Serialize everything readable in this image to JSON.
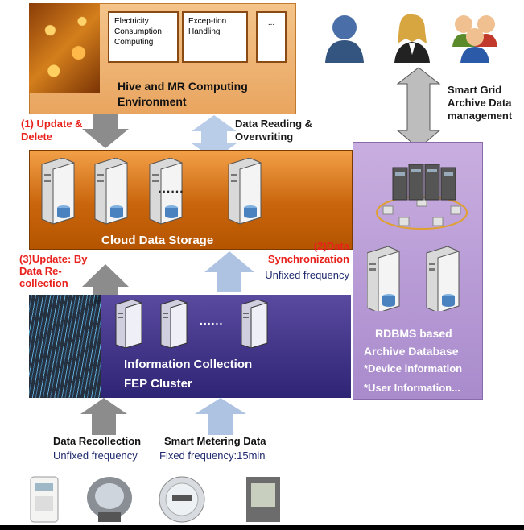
{
  "hive": {
    "tasks": [
      "Electricity Consumption Computing",
      "Excep-tion Handling",
      "..."
    ],
    "title": "Hive and MR Computing Environment"
  },
  "cloud": {
    "title": "Cloud  Data Storage"
  },
  "fep": {
    "title_line1": "Information Collection",
    "title_line2": "FEP Cluster"
  },
  "rdbms": {
    "title_line1": "RDBMS based",
    "title_line2": "Archive Database",
    "item1": "*Device information",
    "item2": "*User Information..."
  },
  "labels": {
    "update_delete": "(1) Update & Delete",
    "reading": "Data Reading & Overwriting",
    "smart_grid": "Smart Grid Archive Data management",
    "update3": "(3)Update: By Data Re-collection",
    "sync": "(2)Data Synchronization",
    "sync_freq": "Unfixed frequency",
    "recollection": "Data Recollection",
    "recollection_freq": "Unfixed frequency",
    "metering": "Smart Metering Data",
    "metering_freq": "Fixed frequency:15min",
    "dots_cloud": "......",
    "dots_fep": "......"
  },
  "colors": {
    "red_label": "#e8211c",
    "navy_label": "#1f2a6e",
    "gray_arrow": "#808080",
    "blue_arrow": "#aec3e2",
    "purple_arrow": "#c3b0d8"
  }
}
